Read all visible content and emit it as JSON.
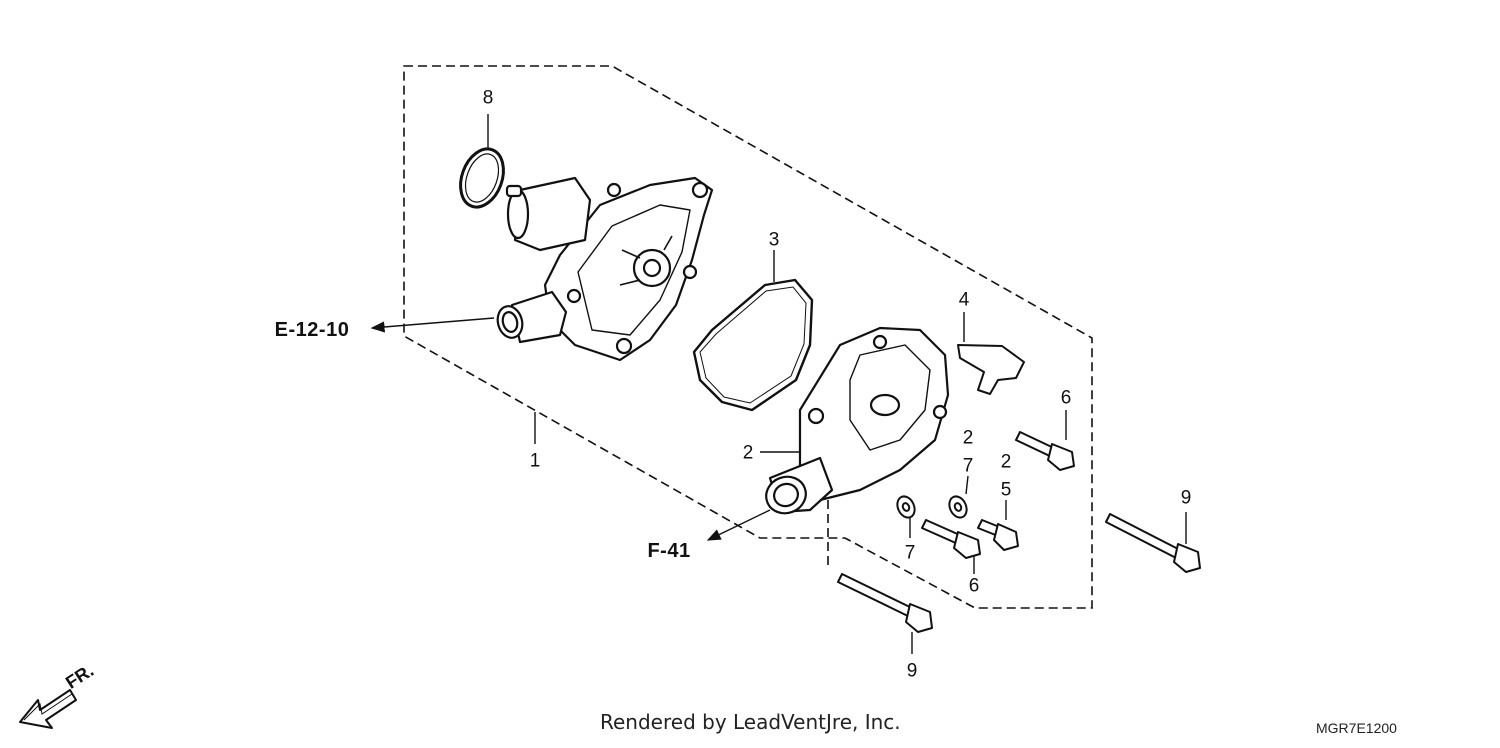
{
  "callouts": {
    "c1": "1",
    "c2a": "2",
    "c2b": "2",
    "c2c": "2",
    "c3": "3",
    "c4": "4",
    "c5": "5",
    "c6a": "6",
    "c6b": "6",
    "c7a": "7",
    "c7b": "7",
    "c8": "8",
    "c9a": "9",
    "c9b": "9"
  },
  "references": {
    "e": "E-12-10",
    "f": "F-41"
  },
  "direction_label": "FR.",
  "footer": {
    "credit": "Rendered by LeadVentJre, Inc.",
    "code": "MGR7E1200"
  }
}
